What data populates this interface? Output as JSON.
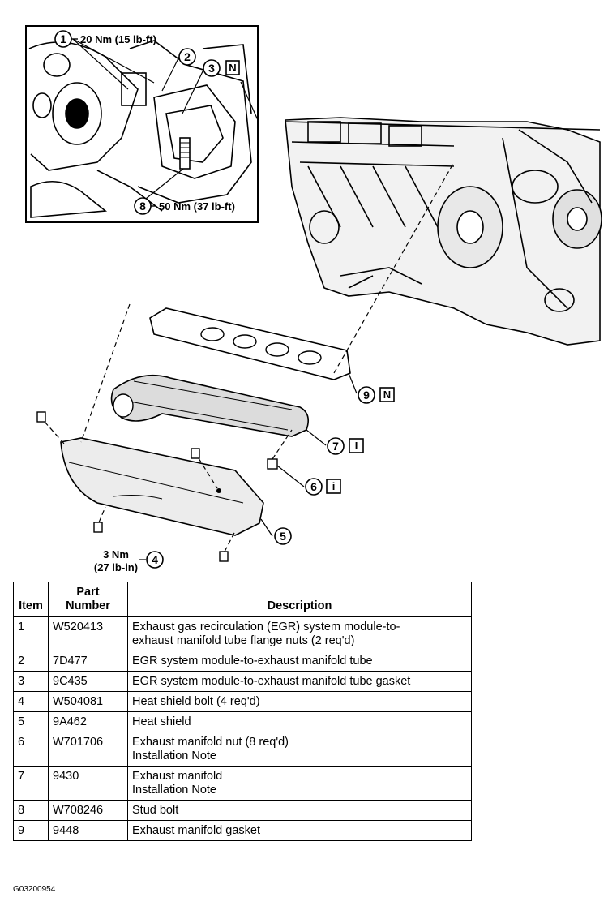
{
  "callouts": {
    "c1": {
      "num": "1",
      "torque": "20 Nm (15 lb-ft)"
    },
    "c2": {
      "num": "2"
    },
    "c3": {
      "num": "3",
      "box": "N"
    },
    "c8": {
      "num": "8",
      "torque": "50 Nm (37 lb-ft)"
    },
    "c9": {
      "num": "9",
      "box": "N"
    },
    "c7": {
      "num": "7",
      "box": "I"
    },
    "c6": {
      "num": "6",
      "box": "i"
    },
    "c5": {
      "num": "5"
    },
    "c4": {
      "num": "4",
      "torque_line1": "3 Nm",
      "torque_line2": "(27 lb-in)"
    }
  },
  "table": {
    "headers": {
      "item": "Item",
      "part": "Part\nNumber",
      "desc": "Description"
    },
    "rows": [
      {
        "item": "1",
        "part": "W520413",
        "desc": "Exhaust gas recirculation (EGR) system module-to-\nexhaust manifold tube flange nuts (2 req'd)"
      },
      {
        "item": "2",
        "part": "7D477",
        "desc": "EGR system module-to-exhaust manifold tube"
      },
      {
        "item": "3",
        "part": "9C435",
        "desc": "EGR system module-to-exhaust manifold tube gasket"
      },
      {
        "item": "4",
        "part": "W504081",
        "desc": "Heat shield bolt (4 req'd)"
      },
      {
        "item": "5",
        "part": "9A462",
        "desc": "Heat shield"
      },
      {
        "item": "6",
        "part": "W701706",
        "desc": "Exhaust manifold nut (8 req'd)\nInstallation Note"
      },
      {
        "item": "7",
        "part": "9430",
        "desc": "Exhaust manifold\nInstallation Note"
      },
      {
        "item": "8",
        "part": "W708246",
        "desc": "Stud bolt"
      },
      {
        "item": "9",
        "part": "9448",
        "desc": "Exhaust manifold gasket"
      }
    ]
  },
  "figure_id": "G03200954"
}
